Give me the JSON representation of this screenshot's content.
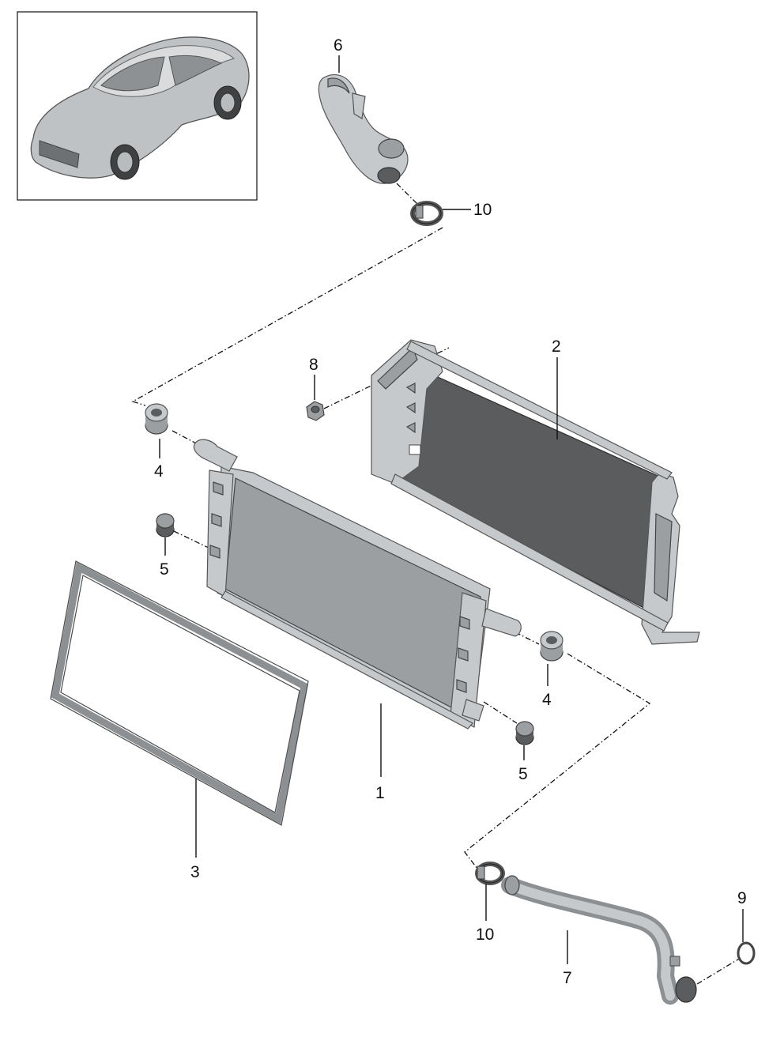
{
  "callouts": {
    "c1": "1",
    "c2": "2",
    "c3": "3",
    "c4a": "4",
    "c4b": "4",
    "c5a": "5",
    "c5b": "5",
    "c6": "6",
    "c7": "7",
    "c8": "8",
    "c9": "9",
    "c10a": "10",
    "c10b": "10"
  },
  "colors": {
    "outline": "#111111",
    "part_dark": "#5a5c5d",
    "part_mid": "#9c9fa1",
    "part_light": "#c6c9cb",
    "background": "#ffffff"
  }
}
